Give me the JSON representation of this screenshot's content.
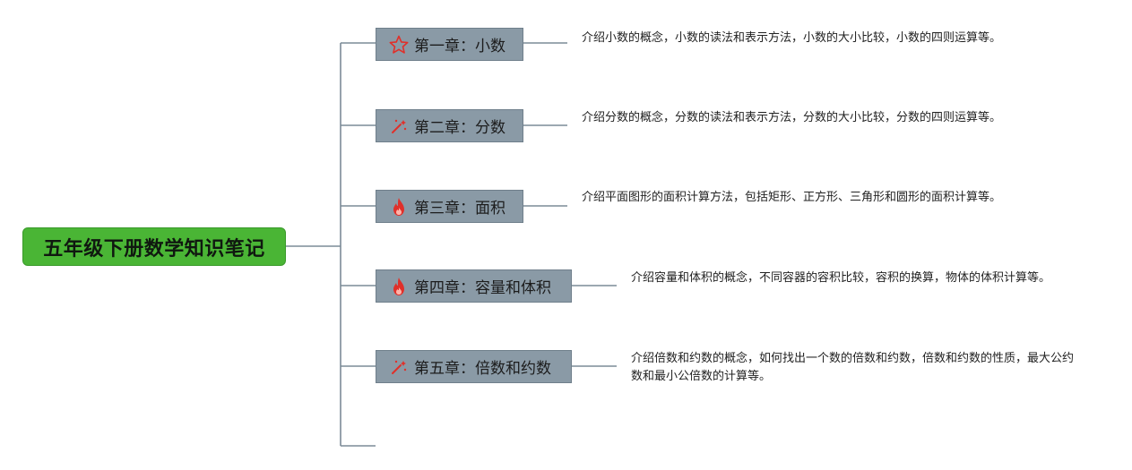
{
  "title": "五年级下册数学知识笔记",
  "chapters": [
    {
      "label": "第一章：小数",
      "icon": "star-icon",
      "note": "介绍小数的概念，小数的读法和表示方法，小数的大小比较，小数的四则运算等。"
    },
    {
      "label": "第二章：分数",
      "icon": "magic-wand-icon",
      "note": "介绍分数的概念，分数的读法和表示方法，分数的大小比较，分数的四则运算等。"
    },
    {
      "label": "第三章：面积",
      "icon": "fire-icon",
      "note": "介绍平面图形的面积计算方法，包括矩形、正方形、三角形和圆形的面积计算等。"
    },
    {
      "label": "第四章：容量和体积",
      "icon": "fire-icon",
      "note": "介绍容量和体积的概念，不同容器的容积比较，容积的换算，物体的体积计算等。"
    },
    {
      "label": "第五章：倍数和约数",
      "icon": "magic-wand-icon",
      "note": "介绍倍数和约数的概念，如何找出一个数的倍数和约数，倍数和约数的性质，最大公约数和最小公倍数的计算等。"
    }
  ],
  "colors": {
    "root": "#4ab535",
    "chapter": "#8a9aa6",
    "line": "#7c8b97",
    "icon": "#e0302a"
  }
}
